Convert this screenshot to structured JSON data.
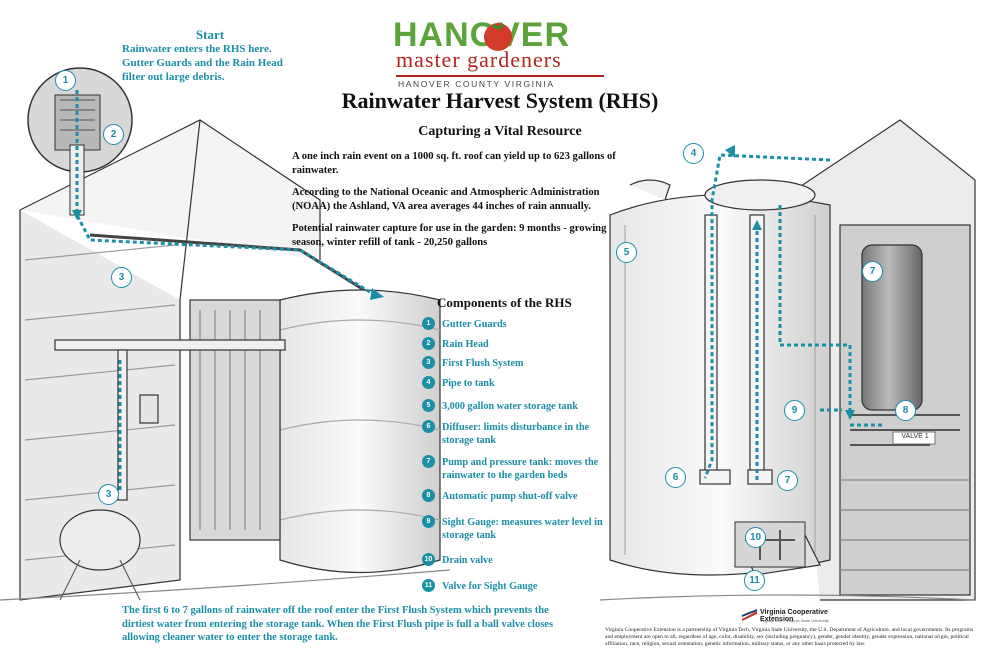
{
  "logo": {
    "hanover": "HANOVER",
    "master_gardeners": "master gardeners",
    "county": "HANOVER COUNTY VIRGINIA"
  },
  "start": {
    "title": "Start",
    "text": "Rainwater enters the RHS here. Gutter Guards and the Rain Head filter out large debris."
  },
  "title": "Rainwater Harvest System (RHS)",
  "subtitle": "Capturing a Vital Resource",
  "facts": [
    "A one inch rain event on a 1000 sq. ft. roof can yield up to 623 gallons of rainwater.",
    "According to the National Oceanic and Atmospheric Administration (NOAA) the Ashland, VA area averages 44 inches of rain annually.",
    "Potential rainwater capture for use in the garden: 9 months - growing season, winter refill of tank - 20,250 gallons"
  ],
  "components": {
    "title": "Components of the RHS",
    "items": [
      {
        "num": "1",
        "label": "Gutter Guards"
      },
      {
        "num": "2",
        "label": "Rain Head"
      },
      {
        "num": "3",
        "label": "First Flush System"
      },
      {
        "num": "4",
        "label": "Pipe to tank"
      },
      {
        "num": "5",
        "label": "3,000 gallon water storage tank"
      },
      {
        "num": "6",
        "label": "Diffuser: limits disturbance in the storage tank"
      },
      {
        "num": "7",
        "label": "Pump and pressure tank: moves the rainwater to the garden beds"
      },
      {
        "num": "8",
        "label": "Automatic pump shut-off valve"
      },
      {
        "num": "9",
        "label": "Sight Gauge: measures water level in storage tank"
      },
      {
        "num": "10",
        "label": "Drain valve"
      },
      {
        "num": "11",
        "label": "Valve for Sight Gauge"
      }
    ]
  },
  "bottom_text": "The first 6 to 7 gallons of rainwater off the roof enter the First Flush System which prevents the dirtiest water from entering the storage tank. When the First Flush pipe is full a ball valve closes allowing cleaner water to enter the storage tank.",
  "vce": {
    "name": "Virginia Cooperative Extension",
    "sub": "Virginia Tech · Virginia State University"
  },
  "disclaimer": "Virginia Cooperative Extension is a partnership of Virginia Tech, Virginia State University, the U.S. Department of Agriculture, and local governments. Its programs and employment are open to all, regardless of age, color, disability, sex (including pregnancy), gender, gender identity, gender expression, national origin, political affiliation, race, religion, sexual orientation, genetic information, military status, or any other basis protected by law.",
  "valve_label": "VALVE 1",
  "badges": [
    "1",
    "2",
    "3",
    "3",
    "4",
    "5",
    "6",
    "7",
    "7",
    "8",
    "9",
    "10",
    "11"
  ],
  "colors": {
    "accent": "#1b8fa6",
    "logo_green": "#5ba33a",
    "logo_red": "#b32520"
  }
}
